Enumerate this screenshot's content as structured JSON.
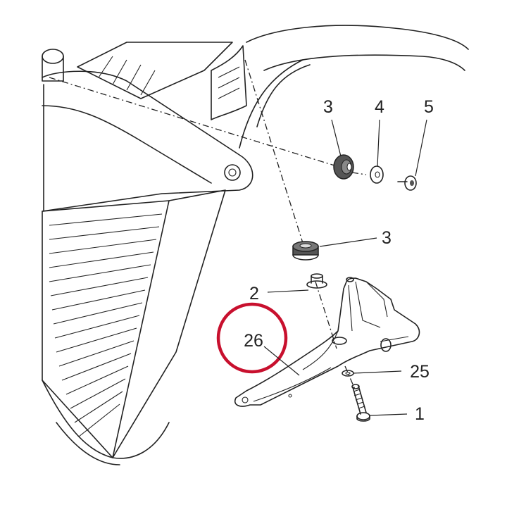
{
  "callouts": {
    "c3_top": "3",
    "c4": "4",
    "c5": "5",
    "c3_mid": "3",
    "c2": "2",
    "c26": "26",
    "c25": "25",
    "c1": "1"
  },
  "colors": {
    "line": "#222222",
    "highlight": "#c8102e",
    "grommet": "#555555",
    "background": "#ffffff"
  }
}
